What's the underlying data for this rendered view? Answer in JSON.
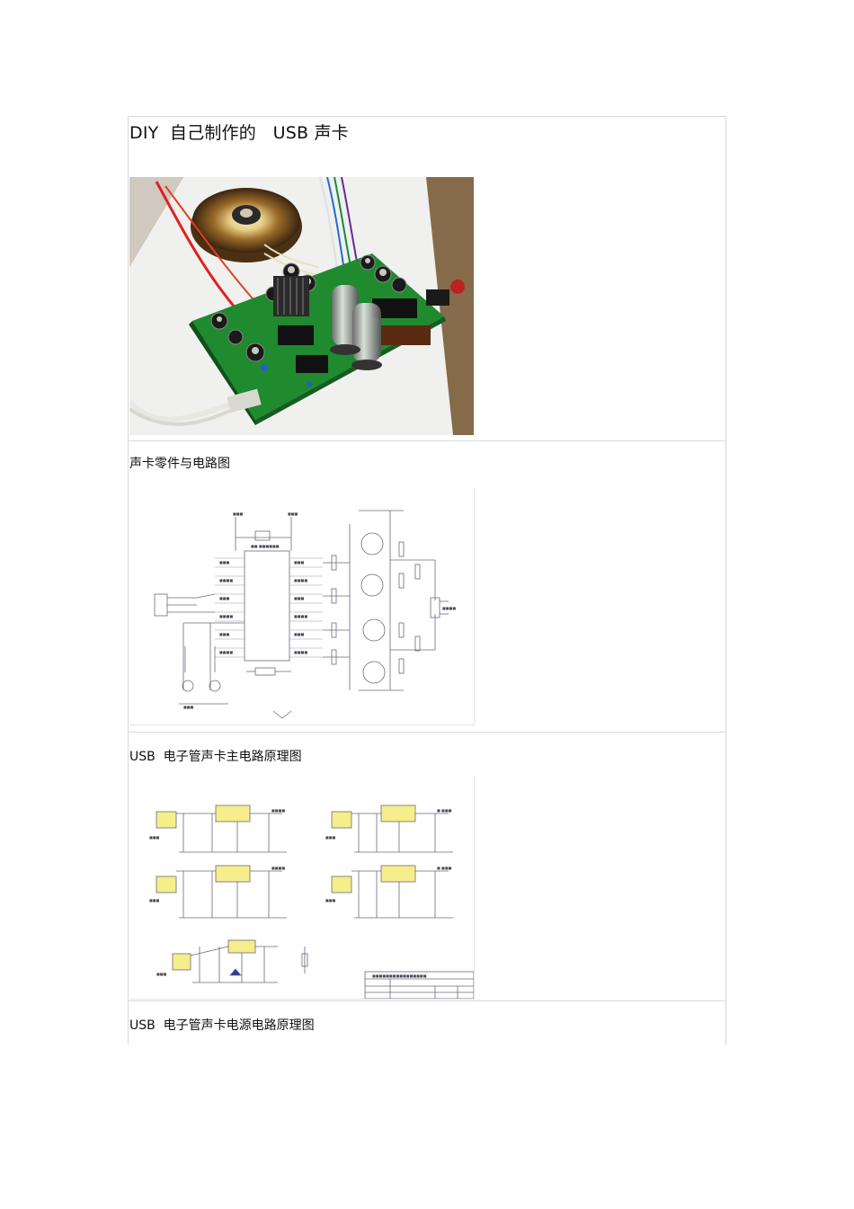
{
  "document": {
    "title": "DIY  自己制作的   USB 声卡",
    "captions": {
      "photo": "声卡零件与电路图",
      "main_schematic": "USB  电子管声卡主电路原理图",
      "power_schematic": "USB  电子管声卡电源电路原理图"
    }
  },
  "colors": {
    "pcb": "#1f8a2e",
    "background_wood": "#8a5a2a",
    "schematic_line": "#6a6a7a",
    "ic_fill": "#f5ee8a"
  },
  "images": [
    {
      "name": "sound-card-photo",
      "content": "pcb-with-transformer-and-tubes"
    },
    {
      "name": "main-circuit-schematic",
      "content": "schematic"
    },
    {
      "name": "power-circuit-schematic",
      "content": "schematic"
    }
  ]
}
